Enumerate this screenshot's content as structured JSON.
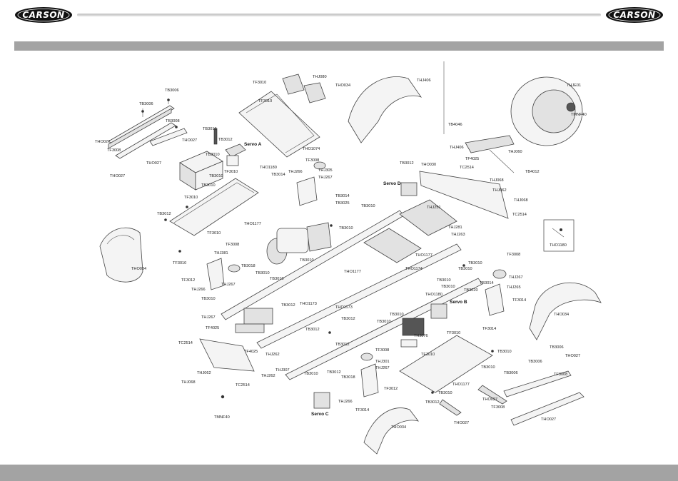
{
  "header": {
    "logo_left": "CARSON",
    "logo_right": "CARSON"
  },
  "diagram": {
    "servo_labels": [
      "Servo A",
      "Servo B",
      "Servo C",
      "Servo D"
    ],
    "part_labels": {
      "top_left_group": [
        "TB3006",
        "TB3006",
        "TB3008",
        "THO027",
        "TF3008",
        "THO027",
        "THO027",
        "THO027"
      ],
      "battery_group": [
        "TB3016",
        "TB3012",
        "TB3010",
        "THO027",
        "THO1180",
        "TF3010",
        "TB3010"
      ],
      "tray_group": [
        "TF3010",
        "TF3010",
        "THJ080",
        "THO1074"
      ],
      "left_plate_group": [
        "TF3010",
        "TB3012",
        "THO1177",
        "THO034"
      ],
      "left_mount_group": [
        "TF3010",
        "TF3008",
        "THJ381",
        "TF3010",
        "TB3018",
        "TF3012",
        "TB3010",
        "THJ266",
        "THJ267",
        "TB3010",
        "THJ267"
      ],
      "center_group": [
        "TB3010",
        "TB3010",
        "TB3010",
        "TB3010",
        "THO1177",
        "THO1174",
        "THO1177",
        "THO1173",
        "THO1173",
        "TB3012",
        "TB3012",
        "THJ262",
        "TB3012"
      ],
      "left_bottom_group": [
        "TF4025",
        "TC2514",
        "TF4025",
        "THJ262",
        "THJ062",
        "THJ068",
        "TC2514",
        "TMNF40",
        "THJ307"
      ],
      "fender_top": [
        "THO034",
        "THJ406",
        "TB4046",
        "THJ406",
        "THO030",
        "TC2514",
        "TF4025",
        "THJ060",
        "THJ068",
        "TB4012",
        "THJ062",
        "THJ068",
        "TC2514",
        "THJ251",
        "THJ263",
        "THJ281"
      ],
      "wheel": [
        "THJE01",
        "TMNF40"
      ],
      "servo_d_group": [
        "TB3012",
        "THJ266",
        "TB3014",
        "THJ267",
        "THJ305",
        "TB3014",
        "TB3025",
        "TF3008",
        "TB3010",
        "TB3014"
      ],
      "right_group": [
        "TF3008",
        "TB3010",
        "THJ267",
        "TB3014",
        "TB3020",
        "THJ265",
        "TF3014",
        "THO034",
        "TB3010",
        "TB3010"
      ],
      "servo_b_group": [
        "TB3010",
        "TB3010",
        "THO1180",
        "TB3010",
        "THJ076",
        "TF3010",
        "TB3010",
        "TF3010",
        "THO1177",
        "TB3010",
        "TB3010",
        "TB3012"
      ],
      "bottom_center": [
        "TB3012",
        "TF3008",
        "THJ301",
        "THJ267",
        "TB3012",
        "TB3018",
        "TF3012",
        "THJ266",
        "TF3014",
        "THO034",
        "TB3010"
      ],
      "bottom_right": [
        "TB3006",
        "THO027",
        "TB3006",
        "TB3006",
        "TF3008",
        "THO027",
        "TF3008",
        "THO027",
        "THO027"
      ],
      "inset": "THO1180"
    }
  }
}
